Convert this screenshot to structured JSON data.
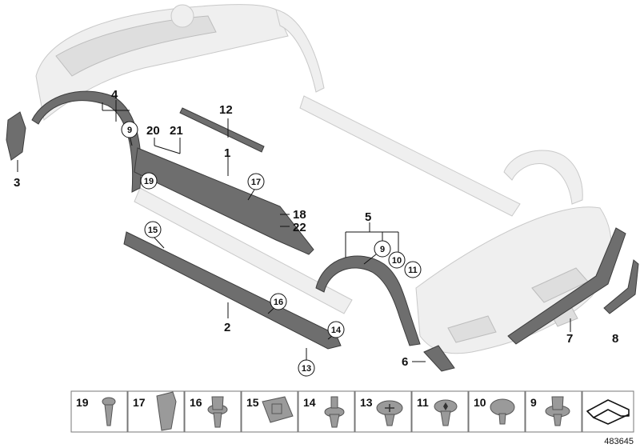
{
  "diagram": {
    "callouts": {
      "c1": "1",
      "c2": "2",
      "c3": "3",
      "c4": "4",
      "c5": "5",
      "c6": "6",
      "c7": "7",
      "c8": "8",
      "c12": "12",
      "c18": "18",
      "c20": "20",
      "c21": "21",
      "c22": "22"
    },
    "circled": {
      "k9a": "9",
      "k19": "19",
      "k17": "17",
      "k15": "15",
      "k16": "16",
      "k14": "14",
      "k13": "13",
      "k9b": "9",
      "k10": "10",
      "k11": "11"
    },
    "legend": [
      "19",
      "17",
      "16",
      "15",
      "14",
      "13",
      "11",
      "10",
      "9"
    ],
    "doc_id": "483645"
  }
}
